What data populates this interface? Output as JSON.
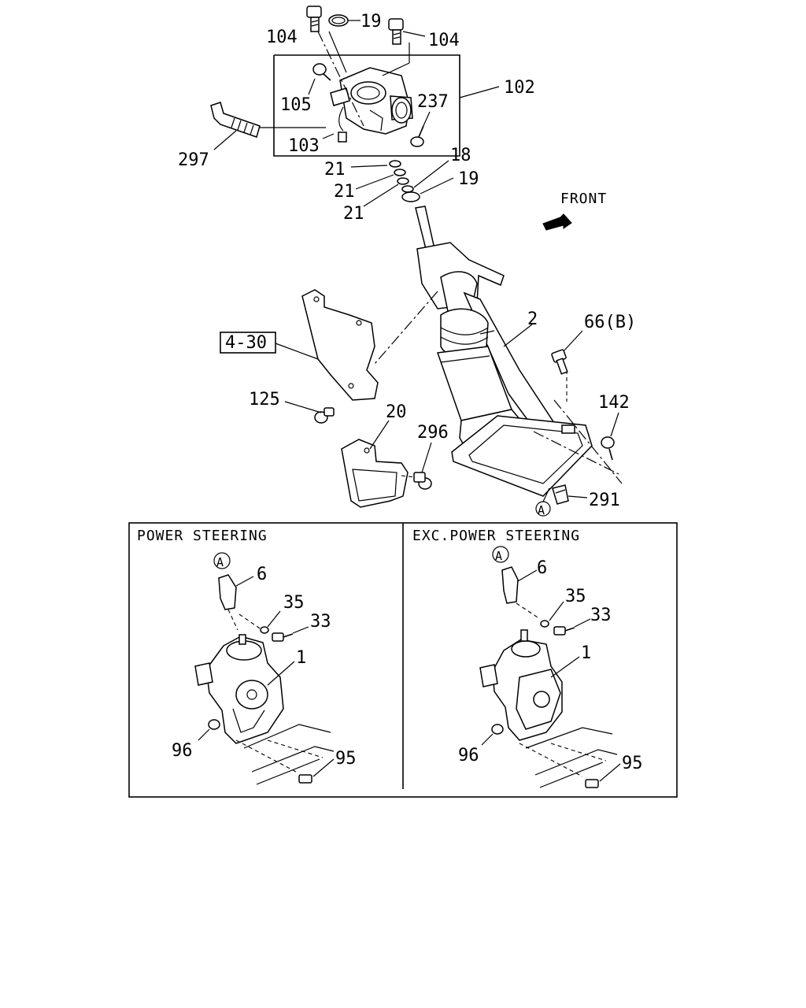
{
  "labels": {
    "p104a": "104",
    "p19a": "19",
    "p104b": "104",
    "p102": "102",
    "p105": "105",
    "p237": "237",
    "p103": "103",
    "p297": "297",
    "p21a": "21",
    "p21b": "21",
    "p21c": "21",
    "p18": "18",
    "p19b": "19",
    "p2": "2",
    "p66b": "66(B)",
    "p430": "4-30",
    "p125": "125",
    "p20": "20",
    "p296": "296",
    "p142": "142",
    "p291": "291",
    "pA": "A"
  },
  "front_label": "FRONT",
  "panel_left": {
    "title": "POWER STEERING",
    "labels": {
      "a": "A",
      "p6": "6",
      "p35": "35",
      "p33": "33",
      "p1": "1",
      "p96": "96",
      "p95": "95"
    }
  },
  "panel_right": {
    "title": "EXC.POWER STEERING",
    "labels": {
      "a": "A",
      "p6": "6",
      "p35": "35",
      "p33": "33",
      "p1": "1",
      "p96": "96",
      "p95": "95"
    }
  }
}
